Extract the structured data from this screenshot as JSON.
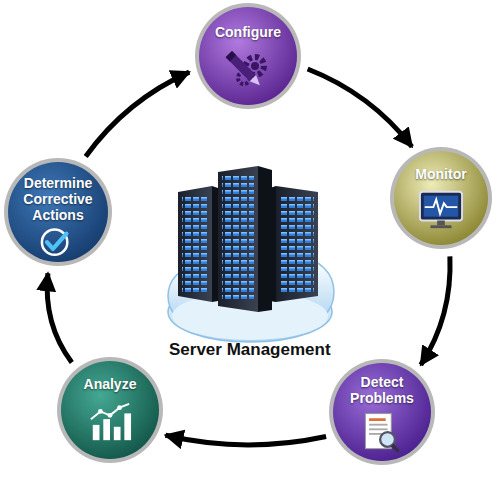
{
  "diagram": {
    "nodes": [
      {
        "text": [
          "Configure"
        ]
      },
      {
        "text": [
          "Monitor"
        ]
      },
      {
        "text": [
          "Detect Problems"
        ]
      },
      {
        "text": [
          "Analyze"
        ]
      },
      {
        "text": [
          "Determine Corrective Actions"
        ]
      }
    ],
    "edges": [
      {
        "from": 0,
        "to": 1,
        "arrow": "to"
      },
      {
        "from": 1,
        "to": 2,
        "arrow": "to"
      },
      {
        "from": 2,
        "to": 3,
        "arrow": "to"
      },
      {
        "from": 3,
        "to": 4,
        "arrow": "to"
      },
      {
        "from": 4,
        "to": 0,
        "arrow": "to"
      }
    ],
    "labels": [
      "Server Management"
    ]
  }
}
